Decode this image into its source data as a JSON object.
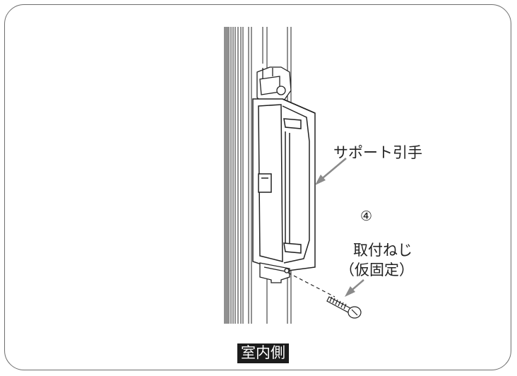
{
  "labels": {
    "support_handle": "サポート引手",
    "step_number": "④",
    "screw_line1": "取付ねじ",
    "screw_line2": "（仮固定）",
    "indoor_side": "室内側"
  },
  "colors": {
    "line": "#222222",
    "frame_border": "#6e6e6e",
    "tag_background": "#1c1c1c",
    "tag_text": "#ffffff",
    "arrow": "#8a8a8a"
  }
}
